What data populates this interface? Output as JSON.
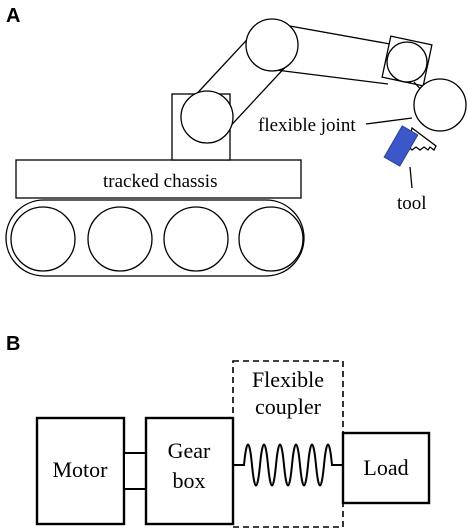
{
  "panel_a": {
    "letter": "A",
    "labels": {
      "flexible_joint": "flexible joint",
      "tracked_chassis": "tracked chassis",
      "tool": "tool"
    },
    "tool_color": "#3b57c8"
  },
  "panel_b": {
    "letter": "B",
    "blocks": {
      "motor": "Motor",
      "gearbox_line1": "Gear",
      "gearbox_line2": "box",
      "coupler_line1": "Flexible",
      "coupler_line2": "coupler",
      "load": "Load"
    }
  }
}
